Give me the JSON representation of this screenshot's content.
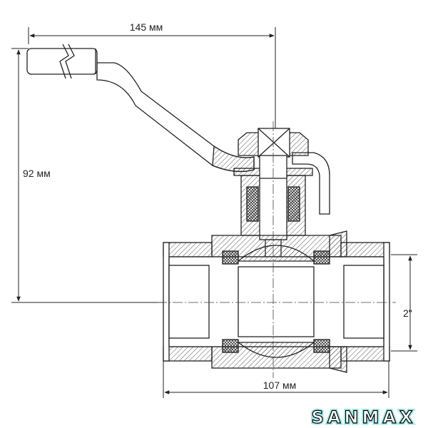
{
  "dimensions": {
    "width_label": "145 мм",
    "height_label": "92 мм",
    "length_label": "107 мм",
    "thread_label": "2\""
  },
  "logo": {
    "text": "SANMAX",
    "fill_color": "#ffffff",
    "glow_color": "#27d3d0"
  },
  "colors": {
    "line": "#222222",
    "hatch": "#555555"
  }
}
